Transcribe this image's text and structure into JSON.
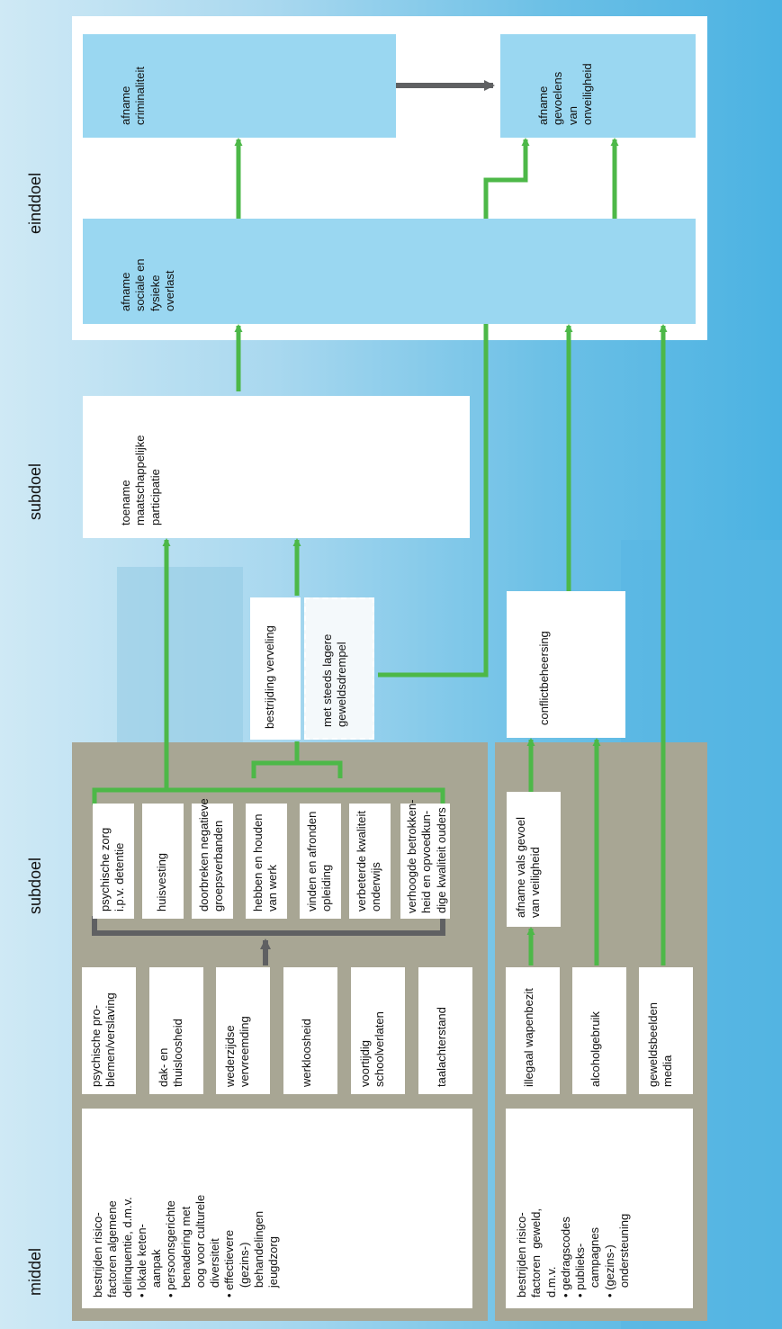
{
  "headers": {
    "einddoel": "einddoel",
    "subdoel_top": "subdoel",
    "subdoel_mid": "subdoel",
    "middel": "middel"
  },
  "goals": {
    "criminaliteit": [
      "afname",
      "criminaliteit"
    ],
    "onveiligheid": [
      "afname",
      "gevoelens",
      "van",
      "onveiligheid"
    ],
    "overlast": [
      "afname",
      "sociale en",
      "fysieke",
      "overlast"
    ]
  },
  "participatie": [
    "toename",
    "maatschappelijke",
    "participatie"
  ],
  "conflict": [
    "conflictbeheersing"
  ],
  "verveling": [
    "bestrijding verveling"
  ],
  "drempel": [
    "met steeds lagere",
    "geweldsdrempel"
  ],
  "subgoals": [
    [
      "psychische zorg",
      "i.p.v. detentie"
    ],
    [
      "huisvesting"
    ],
    [
      "doorbreken negatieve",
      "groepsverbanden"
    ],
    [
      "hebben en houden",
      "van werk"
    ],
    [
      "vinden en afronden",
      "opleiding"
    ],
    [
      "verbeterde kwaliteit",
      "onderwijs"
    ],
    [
      "verhoogde betrokken-",
      "heid en opvoedkun-",
      "dige kwaliteit ouders"
    ]
  ],
  "vals": [
    "afname vals gevoel",
    "van veiligheid"
  ],
  "risks_a": [
    [
      "psychische pro-",
      "blemen/verslaving"
    ],
    [
      "dak- en",
      "thuisloosheid"
    ],
    [
      "wederzijdse",
      "vervreemding"
    ],
    [
      "werkloosheid"
    ],
    [
      "voortijdig",
      "schoolverlaten"
    ],
    [
      "taalachterstand"
    ]
  ],
  "risks_b": [
    [
      "illegaal wapenbezit"
    ],
    [
      "alcoholgebruik"
    ],
    [
      "geweldsbeelden",
      "media"
    ]
  ],
  "means_a": [
    "bestrijden risico-",
    "factoren algemene",
    "delinquentie, d.m.v.",
    "• lokale keten-",
    "   aanpak",
    "• persoonsgerichte",
    "   benadering met",
    "   oog voor culturele",
    "   diversiteit",
    "• effectievere",
    "   (gezins-)",
    "   behandelingen",
    "   jeugdzorg"
  ],
  "means_b": [
    "bestrijden risico-",
    "factoren  geweld,",
    "d.m.v.",
    "• gedragscodes",
    "• publieks-",
    "   campagnes",
    "• (gezins-)",
    "   ondersteuning"
  ],
  "colors": {
    "green": "#4db848",
    "arrow_grey": "#5f6062",
    "box_blue": "#9ad7f1",
    "panel_grey": "#a8a694"
  }
}
